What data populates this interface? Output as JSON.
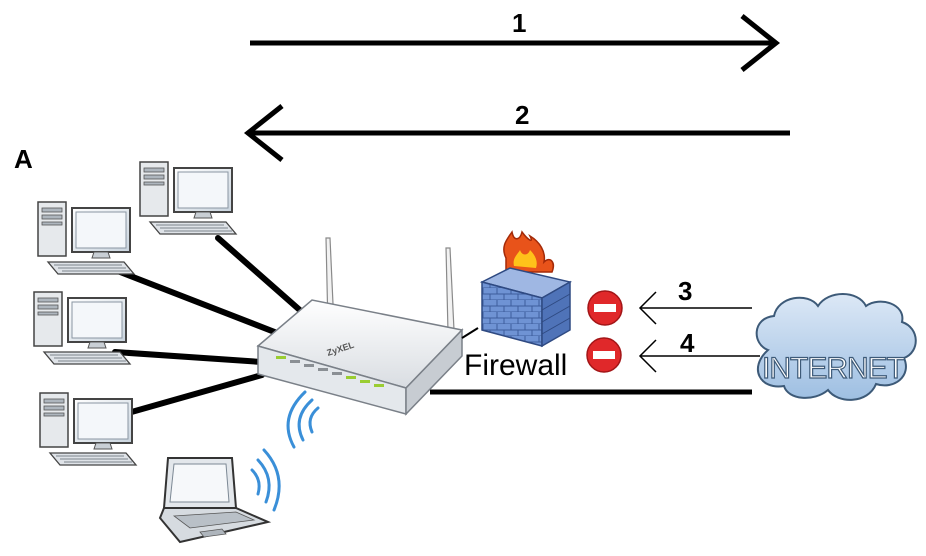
{
  "labels": {
    "arrow_1": "1",
    "arrow_2": "2",
    "arrow_3": "3",
    "arrow_4": "4",
    "lan_side": "A",
    "firewall": "Firewall",
    "internet": "INTERNET",
    "router_brand": "ZyXEL"
  },
  "icons": {
    "router": "wireless-router-icon",
    "firewall": "brick-wall-flame-icon",
    "block": "no-entry-icon",
    "internet": "cloud-icon",
    "desktop": "desktop-computer-icon",
    "laptop": "laptop-icon",
    "wifi": "wifi-waves-icon"
  },
  "colors": {
    "block_red": "#e0282a",
    "cloud_fill": "#bcd3ec",
    "wall_fill": "#6a8fd0",
    "flame": "#e8531a",
    "router_led": "#9acd32"
  }
}
